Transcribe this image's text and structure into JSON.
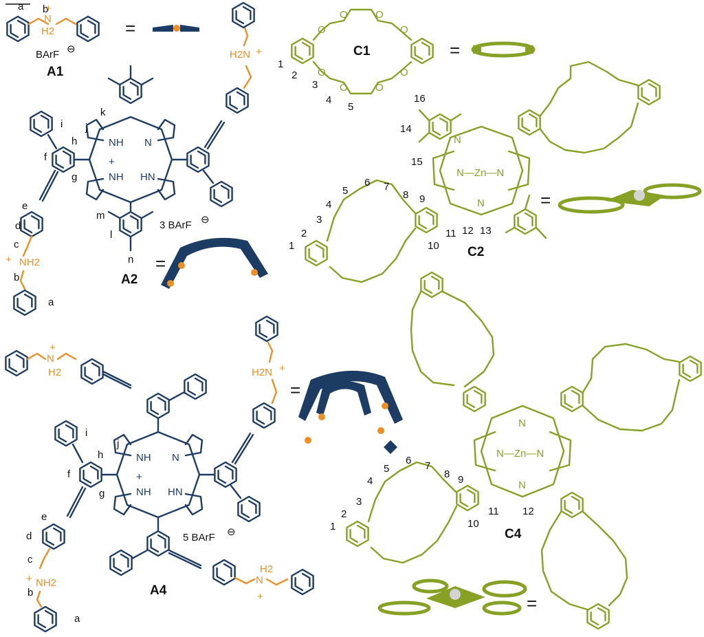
{
  "compounds": [
    {
      "id": "a1",
      "label": "A1",
      "counterion": "BArF",
      "charge_symbol": "⊖",
      "color": "#1d3c63"
    },
    {
      "id": "a2",
      "label": "A2",
      "counterion": "3 BArF",
      "charge_symbol": "⊖",
      "color": "#1d3c63"
    },
    {
      "id": "a4",
      "label": "A4",
      "counterion": "5 BArF",
      "charge_symbol": "⊖",
      "color": "#1d3c63"
    },
    {
      "id": "c1",
      "label": "C1",
      "color": "#87a124"
    },
    {
      "id": "c2",
      "label": "C2",
      "color": "#87a124"
    },
    {
      "id": "c4",
      "label": "C4",
      "color": "#87a124"
    }
  ],
  "groups": {
    "ammonium_nh2": "NH2",
    "ammonium_h2n": "H2N",
    "ammonium_h2_above": "H2",
    "nitrogen": "N",
    "nh": "NH",
    "hn": "HN",
    "oxygen": "O",
    "zinc_core": "N—Zn—N",
    "plus": "+",
    "equals": "="
  },
  "proton_labels": {
    "a1": [
      "a",
      "b"
    ],
    "a2": [
      "i",
      "h",
      "k",
      "j",
      "f",
      "g",
      "e",
      "d",
      "c",
      "b",
      "a",
      "m",
      "l",
      "n"
    ],
    "a4": [
      "i",
      "h",
      "j",
      "f",
      "g",
      "e",
      "d",
      "c",
      "b",
      "a"
    ],
    "c1": [
      "1",
      "2",
      "3",
      "4",
      "5"
    ],
    "c2": [
      "16",
      "14",
      "15",
      "5",
      "6",
      "7",
      "8",
      "4",
      "3",
      "2",
      "1",
      "9",
      "11",
      "12",
      "13",
      "10"
    ],
    "c4": [
      "5",
      "6",
      "7",
      "8",
      "4",
      "3",
      "2",
      "1",
      "9",
      "11",
      "12",
      "10"
    ]
  },
  "colors": {
    "navy": "#1d3c63",
    "orange": "#ec8f25",
    "olive": "#87a124",
    "text": "#111111",
    "zinc_grey": "#d3d3d3"
  }
}
